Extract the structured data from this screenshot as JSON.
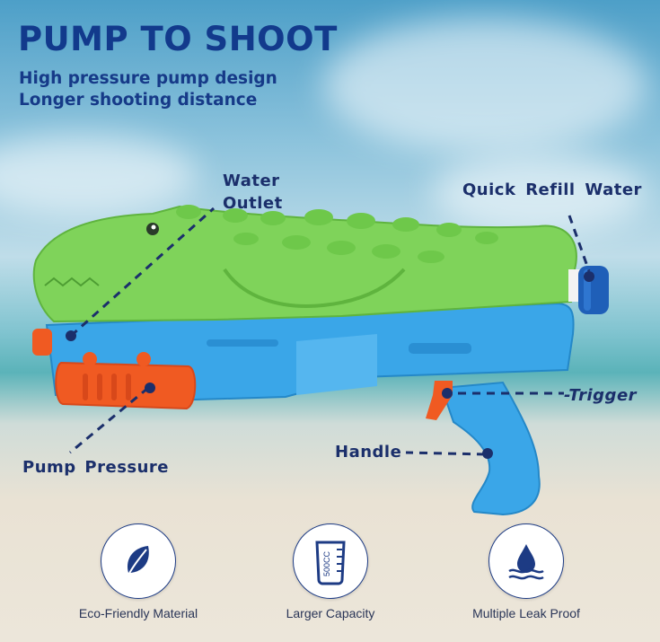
{
  "headline": "PUMP TO SHOOT",
  "subheadlines": [
    "High pressure pump design",
    "Longer shooting distance"
  ],
  "callouts": {
    "water_outlet": [
      "Water",
      "Outlet"
    ],
    "quick_refill": "Quick Refill Water",
    "trigger": "-Trigger",
    "handle": "Handle",
    "pump_pressure": "Pump Pressure"
  },
  "features": [
    {
      "label": "Eco-Friendly Material",
      "icon": "leaf-icon"
    },
    {
      "label": "Larger Capacity",
      "icon": "measuring-cup-icon",
      "cup_text": "500CC"
    },
    {
      "label": "Multiple Leak Proof",
      "icon": "water-drop-icon"
    }
  ],
  "colors": {
    "title": "#123a8c",
    "crocodile": "#7fd35a",
    "barrel": "#3aa6e8",
    "pump": "#f05a22",
    "cap": "#1f5fb8"
  }
}
